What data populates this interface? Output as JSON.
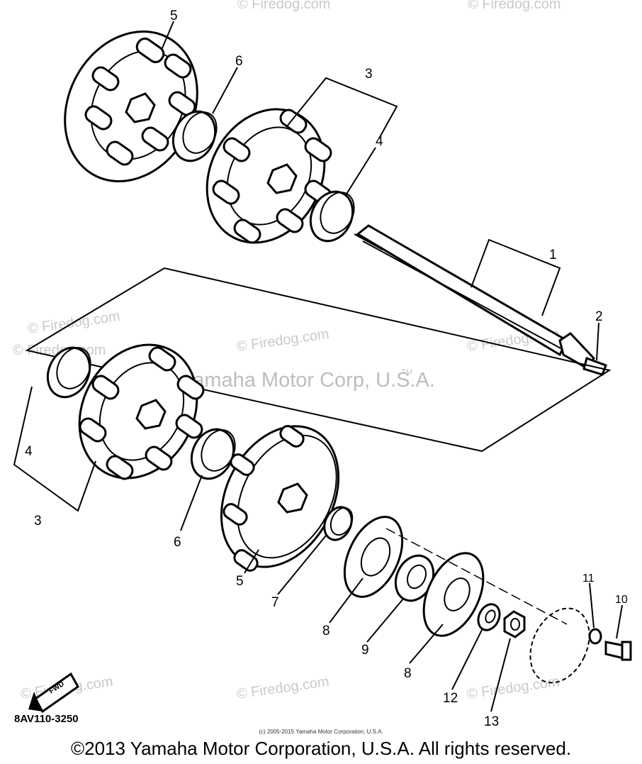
{
  "watermarks": {
    "firedog": "© Firedog.com",
    "yamaha": "Yamaha Motor Corp, U.S.A.",
    "tm": "TM"
  },
  "callouts": {
    "p1": "1",
    "p2": "2",
    "p3_top": "3",
    "p4_top": "4",
    "p5_top": "5",
    "p6_top": "6",
    "p3_bottom": "3",
    "p4_bottom": "4",
    "p5_bottom": "5",
    "p6_bottom": "6",
    "p7": "7",
    "p8_a": "8",
    "p8_b": "8",
    "p9": "9",
    "p10": "10",
    "p11": "11",
    "p12": "12",
    "p13": "13"
  },
  "fwd_label": "FWD",
  "diagram_code": "8AV110-3250",
  "copyright_small": "(c) 2005-2015 Yamaha Motor Corporation, U.S.A.",
  "footer_copyright": "©2013 Yamaha Motor Corporation, U.S.A. All rights reserved."
}
